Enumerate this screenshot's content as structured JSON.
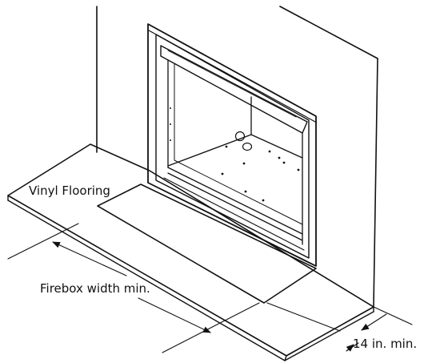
{
  "labels": {
    "flooring": "Vinyl Flooring",
    "firebox_width": "Firebox width min.",
    "depth": "14 in. min."
  }
}
